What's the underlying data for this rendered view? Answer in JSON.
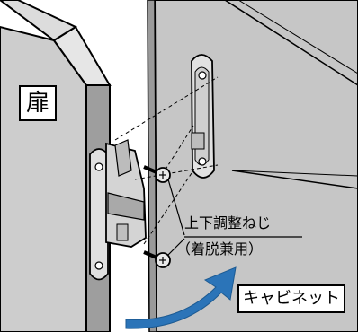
{
  "labels": {
    "door": "扉",
    "adjust_screw": "上下調整ねじ",
    "screw_note": "（着脱兼用）",
    "cabinet": "キャビネット"
  },
  "colors": {
    "panel_gray": "#bfbfbf",
    "panel_dark": "#8c8c8c",
    "arrow_blue": "#2b74b8",
    "metal": "#d9d9d9"
  }
}
